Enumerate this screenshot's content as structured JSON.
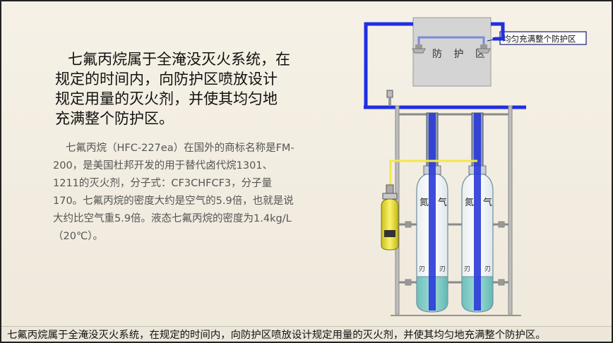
{
  "heading": "七氟丙烷属于全淹没灭火系统，在规定的时间内，向防护区喷放设计规定用量的灭火剂，并使其均匀地充满整个防护区。",
  "body": "七氟丙烷（HFC-227ea）在国外的商标名称是FM-200，是美国杜邦开发的用于替代卤代烷1301、1211的灭火剂，分子式：CF3CHFCF3，分子量170。七氟丙烷的密度大约是空气的5.9倍，也就是说大约比空气重5.9倍。液态七氟丙烷的密度为1.4kg/L（20℃）。",
  "diagram": {
    "room_label": "防 护 区",
    "callout": "均匀充满整个防护区",
    "cylinder_label_left": "氮",
    "cylinder_label_right": "气",
    "cylinder_mark": "刃",
    "colors": {
      "pipe": "#1f2fe0",
      "pilot_line": "#f2e84a",
      "liquid": "#7ac8c4",
      "cylinder_outline": "#6a8fa0",
      "rack": "#8a8a8a"
    }
  },
  "caption": "七氟丙烷属于全淹没灭火系统，在规定的时间内，向防护区喷放设计规定用量的灭火剂，并使其均匀地充满整个防护区。"
}
